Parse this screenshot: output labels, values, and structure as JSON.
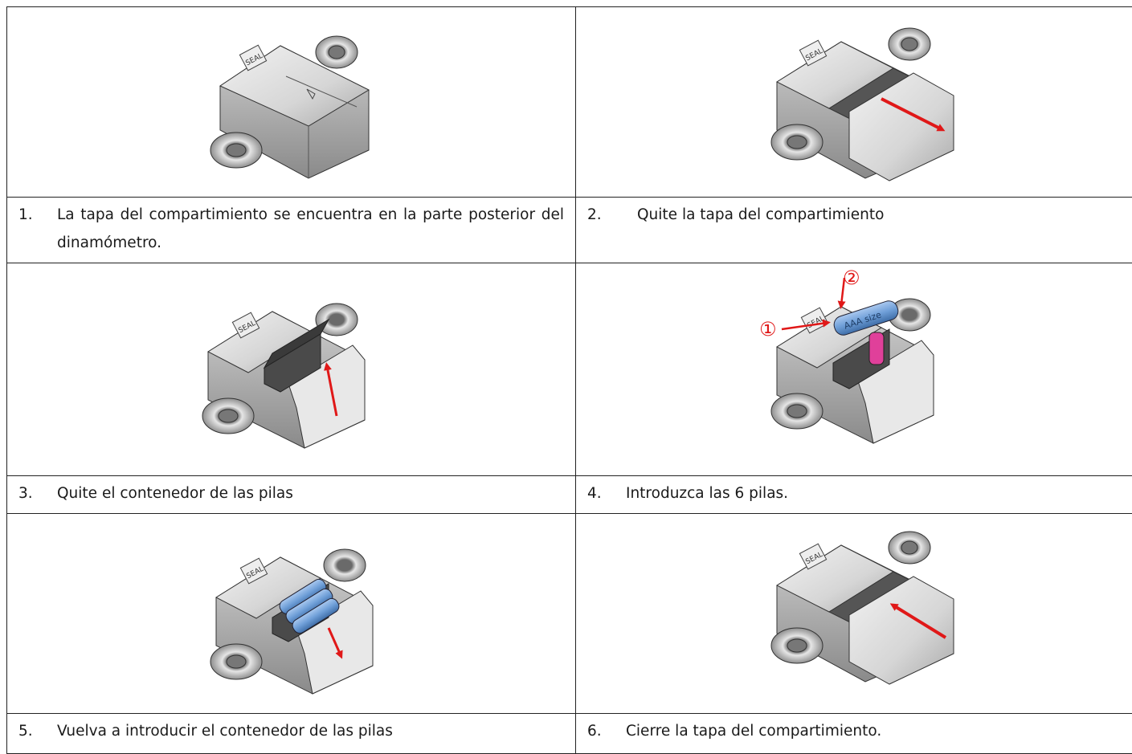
{
  "steps": [
    {
      "number": "1.",
      "text": "La tapa del compartimiento se encuentra en la parte posterior del dinamómetro."
    },
    {
      "number": "2.",
      "text": "Quite la tapa del compartimiento"
    },
    {
      "number": "3.",
      "text": "Quite el contenedor de las pilas"
    },
    {
      "number": "4.",
      "text": "Introduzca las 6 pilas."
    },
    {
      "number": "5.",
      "text": "Vuelva a introducir el contenedor de las pilas"
    },
    {
      "number": "6.",
      "text": "Cierre la tapa del compartimiento."
    }
  ],
  "labels": {
    "seal": "SEAL",
    "battery_brand": "AAA size",
    "marker_1": "①",
    "marker_2": "②"
  },
  "colors": {
    "arrow": "#e01818",
    "battery": "#6f9fd8",
    "battery_pink": "#e0409a",
    "device_body": "#d9d9d9",
    "outline": "#333333"
  }
}
